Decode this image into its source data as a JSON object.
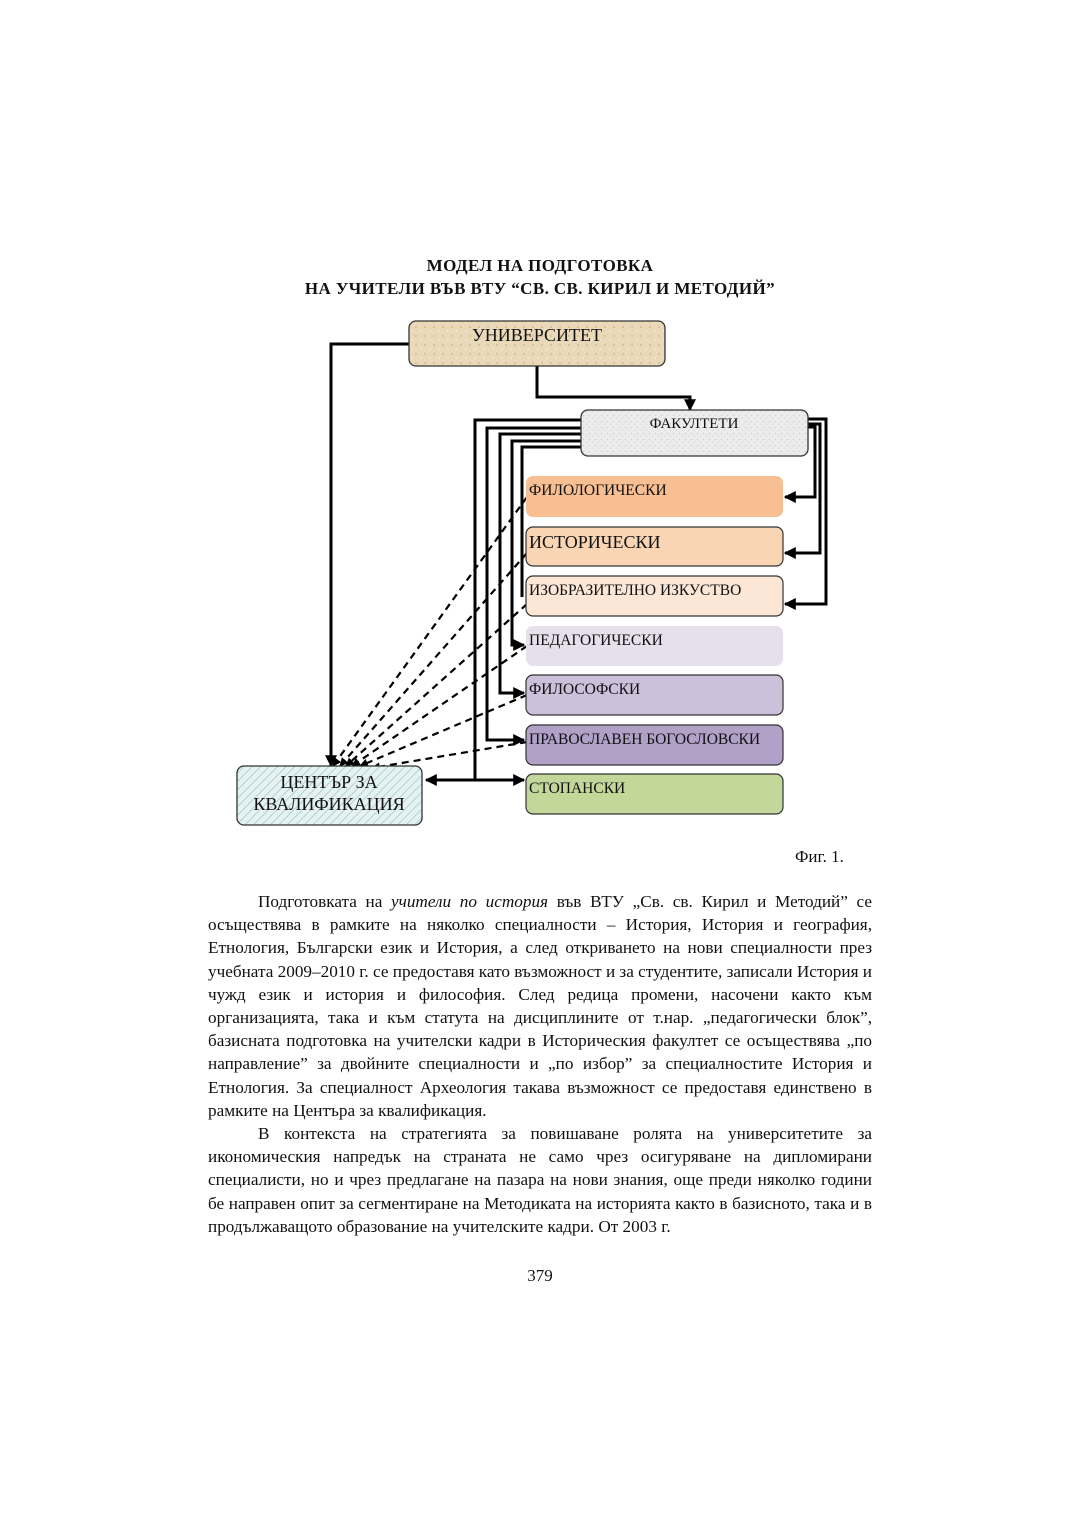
{
  "figure": {
    "title_line1": "МОДЕЛ НА ПОДГОТОВКА",
    "title_line2": "НА УЧИТЕЛИ ВЪВ ВТУ “СВ. СВ. КИРИЛ И МЕТОДИЙ”",
    "university": "УНИВЕРСИТЕТ",
    "faculties": "ФАКУЛТЕТИ",
    "center_line1": "ЦЕНТЪР ЗА",
    "center_line2": "КВАЛИФИКАЦИЯ",
    "faculty_list": [
      {
        "label": "ФИЛОЛОГИЧЕСКИ",
        "color": "#f7bf92"
      },
      {
        "label": "ИСТОРИЧЕСКИ",
        "color": "#f9d5b4"
      },
      {
        "label": "ИЗОБРАЗИТЕЛНО ИЗКУСТВО",
        "color": "#fce6d6"
      },
      {
        "label": "ПЕДАГОГИЧЕСКИ",
        "color": "#e6e0ec"
      },
      {
        "label": "ФИЛОСОФСКИ",
        "color": "#ccc0da"
      },
      {
        "label": "ПРАВОСЛАВЕН БОГОСЛОВСКИ",
        "color": "#b1a0c7"
      },
      {
        "label": "СТОПАНСКИ",
        "color": "#c4d79b"
      }
    ],
    "caption": "Фиг. 1."
  },
  "text": {
    "p1_a": "Подготовката на ",
    "p1_italic": "учители по история",
    "p1_b": " във ВТУ „Св. св. Кирил и Методий” се осъществява в рамките на няколко специалности – История, История и география, Етнология, Български език и История, а след откриването на нови специалности през учебната 2009–2010 г. се предоставя като възможност и за студентите, записали История и чужд език и история и философия. След редица промени, насочени както към организацията, така и към статута на дисциплините от т.нар. „педагогически блок”, базисната подготовка на учителски кадри в Историческия факултет се осъществява „по направление” за двойните специалности и „по избор” за специалностите История и Етнология. За специалност Археология такава възможност се предоставя единствено в рамките на Центъра за квалификация.",
    "p2": "В контекста на стратегията за повишаване ролята на университетите за икономическия напредък на страната не само чрез осигуряване на дипломирани специалисти, но и чрез предлагане на пазара на нови знания, още преди няколко години бе направен опит за сегментиране на Методиката на историята както в базисното, така и в продължаващото образование на учителските кадри. От 2003 г."
  },
  "page_number": "379"
}
